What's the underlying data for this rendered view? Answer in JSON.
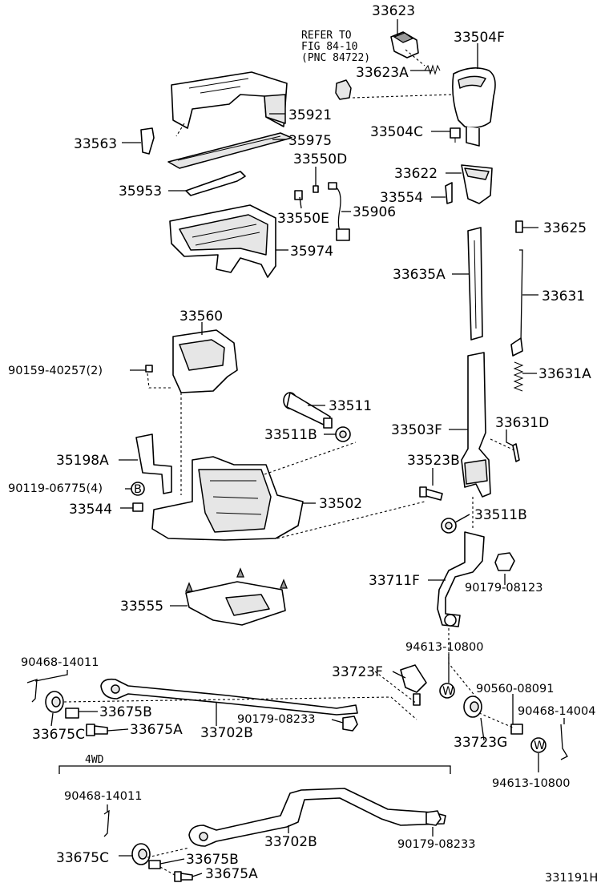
{
  "labels": {
    "p33623": "33623",
    "p33504F": "33504F",
    "refer_line1": "REFER TO",
    "refer_line2": "FIG 84-10",
    "refer_line3": "(PNC 84722)",
    "p33623A": "33623A",
    "p35921": "35921",
    "p33563": "33563",
    "p35975": "35975",
    "p33504C": "33504C",
    "p33550D": "33550D",
    "p33622": "33622",
    "p35953": "35953",
    "p33554": "33554",
    "p33550E": "33550E",
    "p35906": "35906",
    "p33625": "33625",
    "p35974": "35974",
    "p33635A": "33635A",
    "p33631": "33631",
    "p33560": "33560",
    "p90159": "90159-40257(2)",
    "p33631A": "33631A",
    "p33511": "33511",
    "p33631D": "33631D",
    "p33503F": "33503F",
    "p33511B_a": "33511B",
    "p35198A": "35198A",
    "p33523B": "33523B",
    "p90119": "90119-06775(4)",
    "p33544": "33544",
    "p33502": "33502",
    "p33511B_b": "33511B",
    "p33711F": "33711F",
    "p90179_08123": "90179-08123",
    "p33555": "33555",
    "p94613_a": "94613-10800",
    "p90468_a": "90468-14011",
    "p33723F": "33723F",
    "p90560": "90560-08091",
    "p33675B_a": "33675B",
    "p90179_08233_a": "90179-08233",
    "p90468_14004": "90468-14004",
    "p33675C_a": "33675C",
    "p33675A_a": "33675A",
    "p33702B_a": "33702B",
    "p33723G": "33723G",
    "p94613_b": "94613-10800",
    "fourwd": "4WD",
    "p90468_b": "90468-14011",
    "p33675C_b": "33675C",
    "p33702B_b": "33702B",
    "p90179_08233_b": "90179-08233",
    "p33675B_b": "33675B",
    "p33675A_b": "33675A",
    "figure_code": "331191H"
  },
  "markers": {
    "b_symbol": "B",
    "w_symbol_a": "W",
    "w_symbol_b": "W"
  }
}
